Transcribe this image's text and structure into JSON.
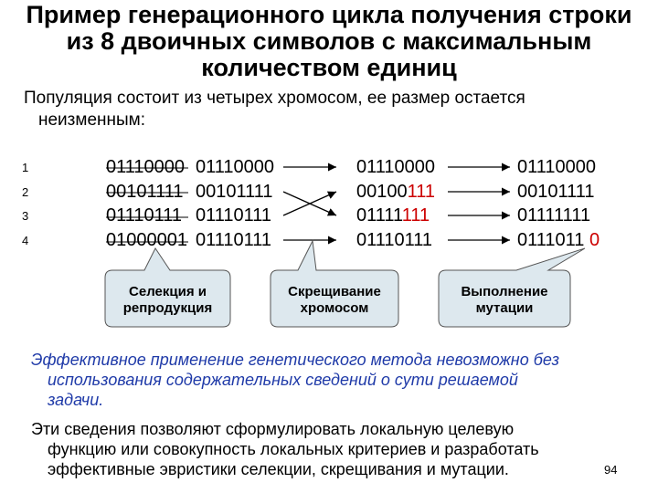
{
  "title": {
    "line1": "Пример генерационного цикла получения строки",
    "line2": "из 8 двоичных символов с максимальным",
    "line3": "количеством единиц"
  },
  "intro": {
    "line1": "Популяция состоит из четырех хромосом, ее размер остается",
    "line2": "неизменным:"
  },
  "row_numbers": [
    "1",
    "2",
    "3",
    "4"
  ],
  "initial": [
    "01110000",
    "00101111",
    "01110111",
    "01000001"
  ],
  "selected": [
    "01110000",
    "00101111",
    "01110111",
    "01110111"
  ],
  "crossover": [
    {
      "black": "01110000",
      "red": ""
    },
    {
      "black": "00100",
      "red": "111"
    },
    {
      "black": "01111",
      "red": "111"
    },
    {
      "black": "01110111",
      "red": ""
    }
  ],
  "mutation": [
    {
      "black": "01110000",
      "red": ""
    },
    {
      "black": "00101111",
      "red": ""
    },
    {
      "black": "01111111",
      "red": ""
    },
    {
      "black": "0111011 ",
      "red": "0"
    }
  ],
  "callouts": {
    "selection": {
      "line1": "Селекция и",
      "line2": "репродукция"
    },
    "crossover": {
      "line1": "Скрещивание",
      "line2": "хромосом"
    },
    "mutation": {
      "line1": "Выполнение",
      "line2": "мутации"
    }
  },
  "note": {
    "line1": "Эффективное применение генетического метода невозможно без",
    "line2": "использования содержательных сведений о сути решаемой",
    "line3": "задачи."
  },
  "description": {
    "line1": "Эти сведения позволяют сформулировать локальную целевую",
    "line2": "функцию или совокупность локальных критериев и разработать",
    "line3": "эффективные эвристики селекции, скрещивания и мутации."
  },
  "page_number": "94",
  "colors": {
    "callout_fill": "#dde8ee",
    "note_text": "#1f3aa8",
    "mutation_red": "#cc0000"
  }
}
